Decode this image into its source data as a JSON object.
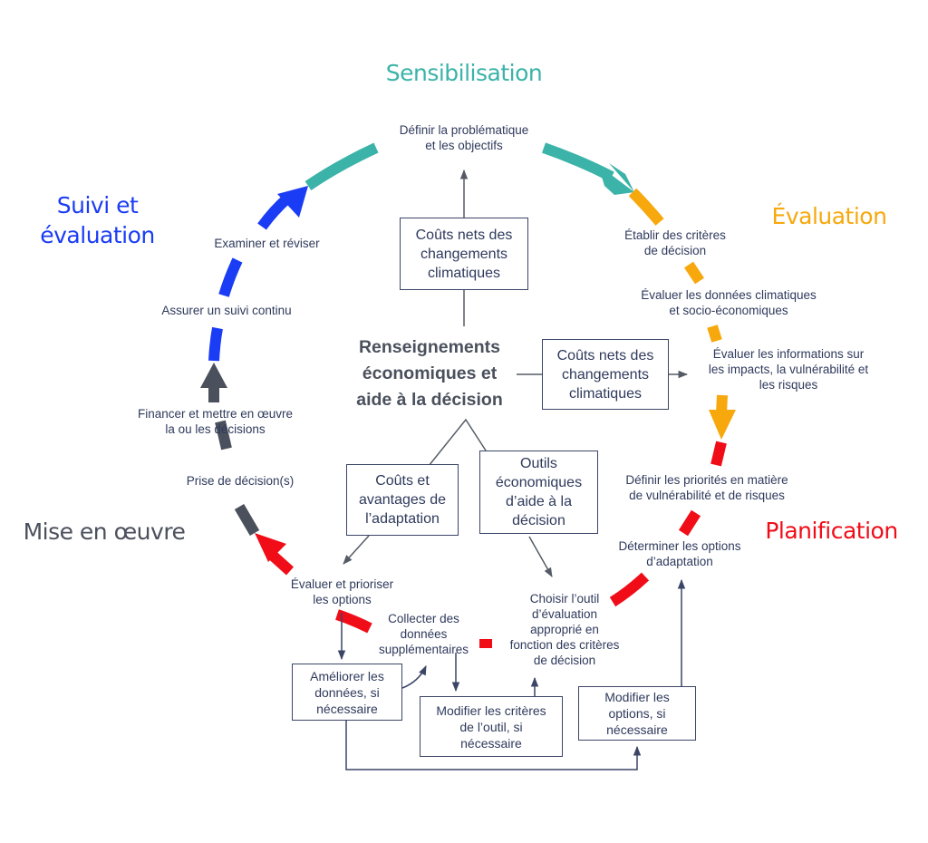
{
  "colors": {
    "sensibilisation": "#3bb3a8",
    "evaluation": "#f7a80d",
    "planification": "#f00d18",
    "mise_en_oeuvre": "#4a505c",
    "suivi": "#1a3cf5",
    "text": "#2f3a5c",
    "connector": "#3b4566"
  },
  "phases": {
    "sensibilisation": "Sensibilisation",
    "evaluation": "Évaluation",
    "planification": "Planification",
    "mise_en_oeuvre": "Mise en œuvre",
    "suivi": "Suivi et\névaluation"
  },
  "steps": {
    "definir_problematique": "Définir la problématique\net les objectifs",
    "etablir_criteres": "Établir des critères\nde décision",
    "evaluer_donnees": "Évaluer les données climatiques\net socio-économiques",
    "evaluer_informations": "Évaluer les informations sur\nles impacts, la vulnérabilité et\nles risques",
    "definir_priorites": "Définir les priorités en matière\nde vulnérabilité et de risques",
    "determiner_options": "Déterminer les options\nd’adaptation",
    "choisir_outil": "Choisir l’outil\nd’évaluation\napproprié en\nfonction des critères\nde décision",
    "collecter_donnees": "Collecter des\ndonnées\nsupplémentaires",
    "evaluer_prioriser": "Évaluer et prioriser\nles options",
    "prise_decision": "Prise de décision(s)",
    "financer": "Financer et mettre en œuvre\nla ou les décisions",
    "assurer_suivi": "Assurer un suivi continu",
    "examiner": "Examiner et réviser"
  },
  "center": {
    "title": "Renseignements\néconomiques et\naide à la décision"
  },
  "boxes": {
    "couts_nets_top": "Coûts nets des\nchangements\nclimatiques",
    "couts_nets_right": "Coûts nets des\nchangements\nclimatiques",
    "couts_avantages": "Coûts et\navantages de\nl’adaptation",
    "outils": "Outils\néconomiques\nd’aide à la\ndécision",
    "ameliorer_donnees": "Améliorer les\ndonnées, si\nnécessaire",
    "modifier_criteres": "Modifier les critères\nde l’outil, si\nnécessaire",
    "modifier_options": "Modifier les\noptions, si\nnécessaire"
  }
}
